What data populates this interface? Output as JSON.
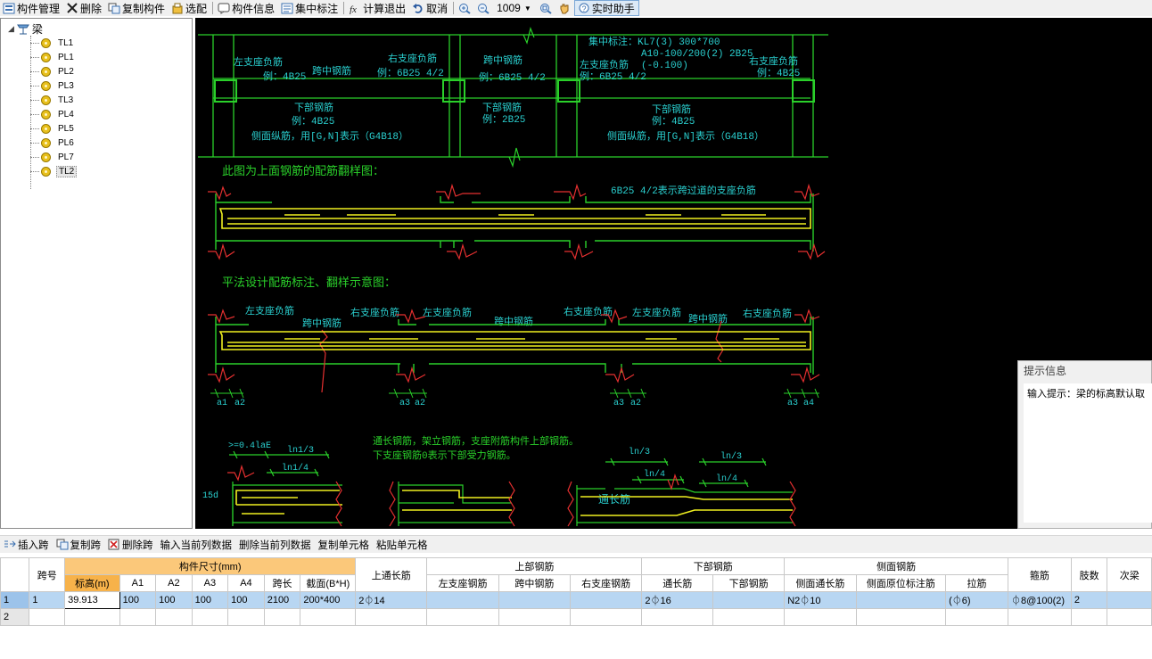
{
  "toolbar": {
    "items": [
      {
        "label": "构件管理",
        "icon": "component-manage-icon"
      },
      {
        "label": "删除",
        "icon": "delete-icon"
      },
      {
        "label": "复制构件",
        "icon": "copy-component-icon"
      },
      {
        "label": "选配",
        "icon": "select-config-icon"
      },
      {
        "label": "构件信息",
        "icon": "component-info-icon"
      },
      {
        "label": "集中标注",
        "icon": "centralized-annotation-icon"
      },
      {
        "label": "计算退出",
        "icon": "calc-exit-icon"
      },
      {
        "label": "取消",
        "icon": "undo-icon"
      }
    ],
    "zoom_value": "1009",
    "realtime_helper": "实时助手"
  },
  "tree": {
    "root": "梁",
    "items": [
      "TL1",
      "PL1",
      "PL2",
      "PL3",
      "TL3",
      "PL4",
      "PL5",
      "PL6",
      "PL7",
      "TL2"
    ],
    "selected": "TL2"
  },
  "canvas": {
    "top_labels": {
      "jizhong": "集中标注：KL7(3) 300*700",
      "jizhong2": "A10-100/200(2) 2B25",
      "jizhong3": "(-0.100)",
      "zuo1": "左支座负筋",
      "zuo1_eg": "例：4B25",
      "kuazhong1": "跨中钢筋",
      "you1": "右支座负筋",
      "you1_eg": "例：6B25 4/2",
      "kuazhong2": "跨中钢筋",
      "kuazhong2_eg": "例：6B25 4/2",
      "zuo2": "左支座负筋",
      "zuo2_eg": "例：6B25 4/2",
      "you2": "右支座负筋",
      "you2_eg": "例：4B25",
      "xiabu1": "下部钢筋",
      "xiabu1_eg": "例：4B25",
      "cemian1": "侧面纵筋，用[G,N]表示（G4B18）",
      "xiabu2": "下部钢筋",
      "xiabu2_eg": "例：2B25",
      "xiabu3": "下部钢筋",
      "xiabu3_eg": "例：4B25",
      "cemian3": "侧面纵筋，用[G,N]表示（G4B18）"
    },
    "section1_title": "此图为上面钢筋的配筋翻样图：",
    "section1_note": "6B25 4/2表示跨过道的支座负筋",
    "section2_title": "平法设计配筋标注、翻样示意图：",
    "section2_labels": {
      "a": "左支座负筋",
      "b": "跨中钢筋",
      "c": "右支座负筋",
      "d": "左支座负筋",
      "e": "跨中钢筋",
      "f": "右支座负筋",
      "g": "左支座负筋",
      "h": "跨中钢筋",
      "i": "右支座负筋"
    },
    "dim_labels": [
      "a1",
      "a2",
      "a3",
      "a2",
      "a3",
      "a2",
      "a3",
      "a4"
    ],
    "section3": {
      "d1": ">=0.4laE",
      "d2": "ln1/3",
      "d3": "ln1/4",
      "d4": "15d",
      "note1": "通长钢筋，架立钢筋，支座附筋构件上部钢筋。",
      "note2": "下支座钢筋0表示下部受力钢筋。",
      "d5": "ln/3",
      "d6": "ln/4",
      "d7": "ln/3",
      "d8": "ln/4",
      "tongchang": "通长筋"
    }
  },
  "hint": {
    "title": "提示信息",
    "body": "输入提示：梁的标高默认取"
  },
  "bottom_toolbar": {
    "items": [
      {
        "label": "插入跨",
        "icon": "insert-span-icon"
      },
      {
        "label": "复制跨",
        "icon": "copy-span-icon"
      },
      {
        "label": "删除跨",
        "icon": "delete-span-icon"
      },
      {
        "label": "输入当前列数据",
        "icon": ""
      },
      {
        "label": "删除当前列数据",
        "icon": ""
      },
      {
        "label": "复制单元格",
        "icon": ""
      },
      {
        "label": "粘贴单元格",
        "icon": ""
      }
    ]
  },
  "grid": {
    "h_kuahao": "跨号",
    "h_goujian": "构件尺寸(mm)",
    "h_biaogao": "标高(m)",
    "h_a1": "A1",
    "h_a2": "A2",
    "h_a3": "A3",
    "h_a4": "A4",
    "h_kuachang": "跨长",
    "h_jiemian": "截面(B*H)",
    "h_shangtong": "上通长筋",
    "h_shangbu": "上部钢筋",
    "h_zuozhi": "左支座钢筋",
    "h_kuazhong": "跨中钢筋",
    "h_youzhi": "右支座钢筋",
    "h_xiabu": "下部钢筋",
    "h_tongchang": "通长筋",
    "h_xiabu2": "下部钢筋",
    "h_cemian": "侧面钢筋",
    "h_cemiantong": "侧面通长筋",
    "h_cemianyuan": "侧面原位标注筋",
    "h_lajin": "拉筋",
    "h_gujin": "箍筋",
    "h_zhishu": "肢数",
    "h_cilian": "次梁",
    "rows": [
      {
        "rn": "1",
        "kuahao": "1",
        "biaogao": "39.913",
        "a1": "100",
        "a2": "100",
        "a3": "100",
        "a4": "100",
        "kuachang": "2100",
        "jiemian": "200*400",
        "shangtong": "2⏀14",
        "zuozhi": "",
        "kuazhong": "",
        "youzhi": "",
        "tongchang": "2⏀16",
        "xiabu": "",
        "cemiantong": "N2⏀10",
        "cemianyuan": "",
        "lajin": "(⏀6)",
        "gujin": "⏀8@100(2)",
        "zhishu": "2",
        "cilian": ""
      },
      {
        "rn": "2",
        "kuahao": "",
        "biaogao": "",
        "a1": "",
        "a2": "",
        "a3": "",
        "a4": "",
        "kuachang": "",
        "jiemian": "",
        "shangtong": "",
        "zuozhi": "",
        "kuazhong": "",
        "youzhi": "",
        "tongchang": "",
        "xiabu": "",
        "cemiantong": "",
        "cemianyuan": "",
        "lajin": "",
        "gujin": "",
        "zhishu": "",
        "cilian": ""
      }
    ]
  }
}
